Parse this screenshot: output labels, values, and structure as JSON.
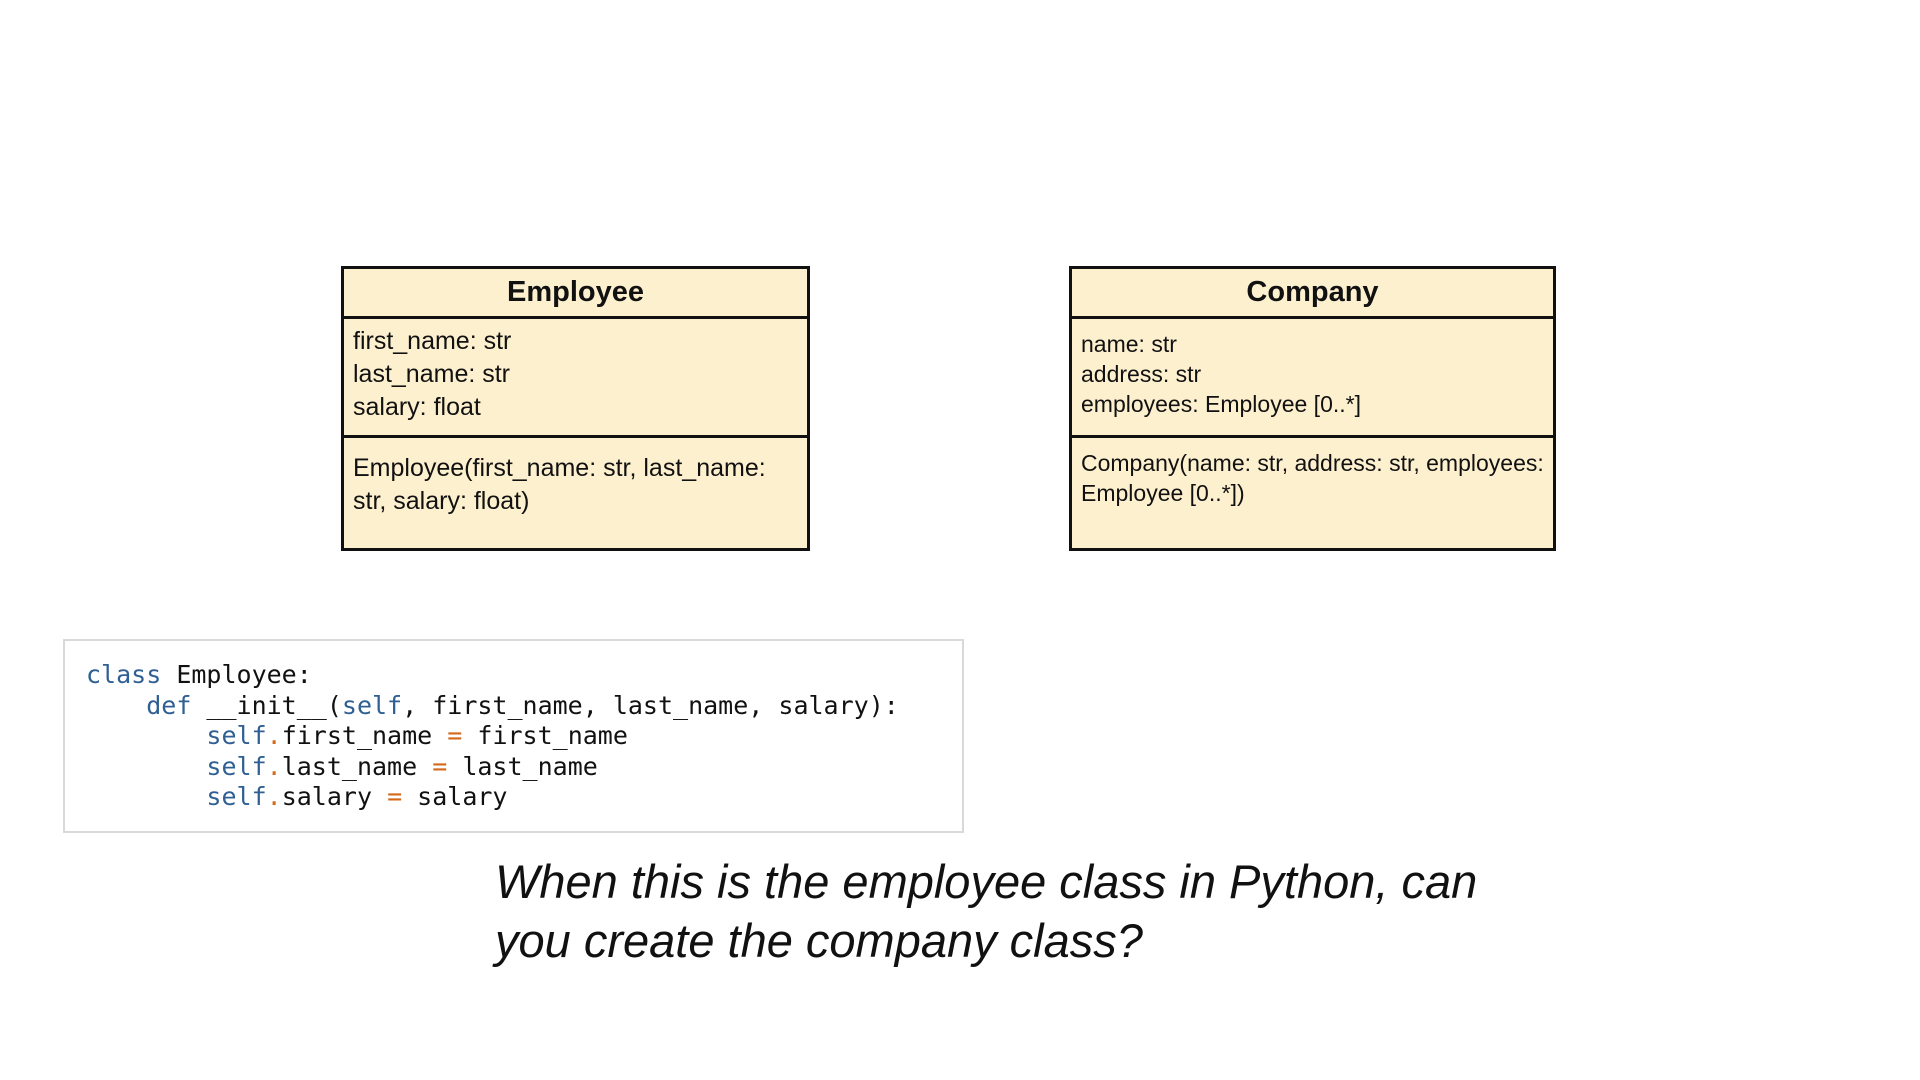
{
  "employee_class": {
    "title": "Employee",
    "attributes": [
      "first_name: str",
      "last_name: str",
      "salary: float"
    ],
    "methods": [
      "Employee(first_name: str, last_name: str, salary: float)"
    ]
  },
  "company_class": {
    "title": "Company",
    "attributes": [
      "name: str",
      "address: str",
      "employees: Employee [0..*]"
    ],
    "methods": [
      "Company(name: str, address: str, employees: Employee [0..*])"
    ]
  },
  "code": {
    "line1": {
      "kw": "class",
      "rest": " Employee:"
    },
    "line2": {
      "indent": "    ",
      "kw": "def",
      "mid": " __init__(",
      "kw2": "self",
      "rest": ", first_name, last_name, salary):"
    },
    "line3": {
      "indent": "        ",
      "self": "self",
      "dot": ".",
      "attr": "first_name ",
      "eq": "=",
      "rest": " first_name"
    },
    "line4": {
      "indent": "        ",
      "self": "self",
      "dot": ".",
      "attr": "last_name ",
      "eq": "=",
      "rest": " last_name"
    },
    "line5": {
      "indent": "        ",
      "self": "self",
      "dot": ".",
      "attr": "salary ",
      "eq": "=",
      "rest": " salary"
    }
  },
  "question": {
    "line1": "When this is the employee class in Python, can",
    "line2": "you create the company class?"
  },
  "colors": {
    "class_fill": "#fdf0cf",
    "keyword": "#2f5f93",
    "operator": "#d36a1a"
  }
}
